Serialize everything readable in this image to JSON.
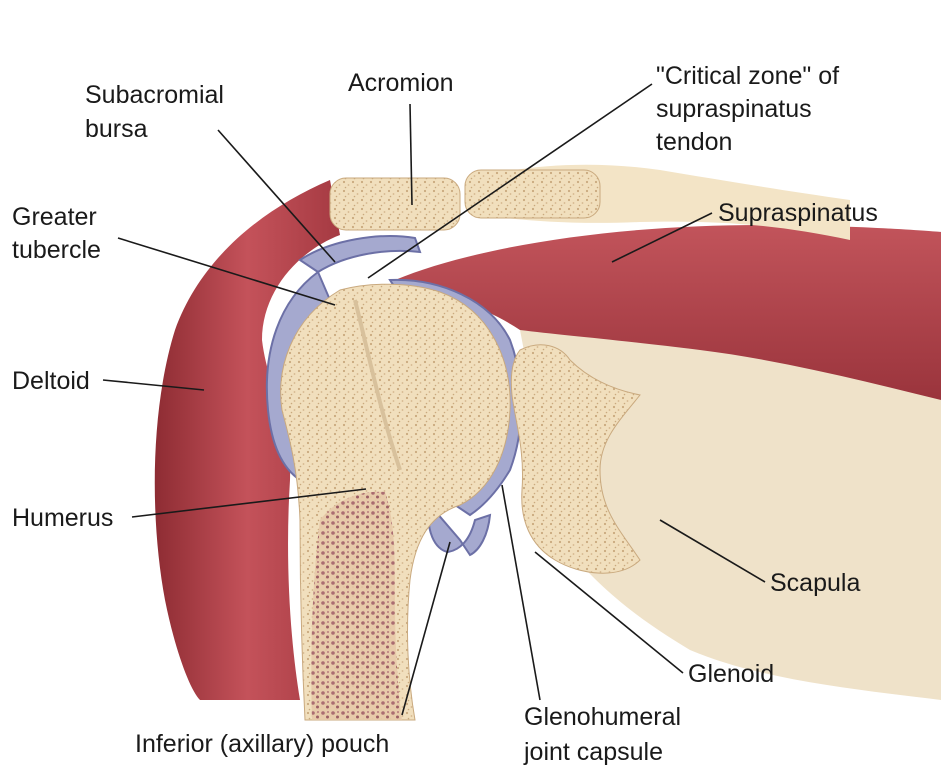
{
  "labels": {
    "subacromial_bursa": [
      "Subacromial",
      "bursa"
    ],
    "acromion": "Acromion",
    "critical_zone": [
      "\"Critical zone\" of",
      "supraspinatus",
      "tendon"
    ],
    "greater_tubercle": [
      "Greater",
      "tubercle"
    ],
    "supraspinatus": "Supraspinatus",
    "deltoid": "Deltoid",
    "humerus": "Humerus",
    "scapula": "Scapula",
    "glenoid": "Glenoid",
    "inferior_pouch": "Inferior (axillary) pouch",
    "joint_capsule": [
      "Glenohumeral",
      "joint capsule"
    ]
  },
  "colors": {
    "muscle": "#b8424a",
    "muscle_dark": "#8e2c33",
    "bone": "#f1dfbd",
    "bone_speckle": "#c9a97e",
    "marrow": "#a3606a",
    "capsule": "#a5a9cf",
    "capsule_dark": "#6c70a6",
    "scapula_bg": "#efe2c9"
  }
}
